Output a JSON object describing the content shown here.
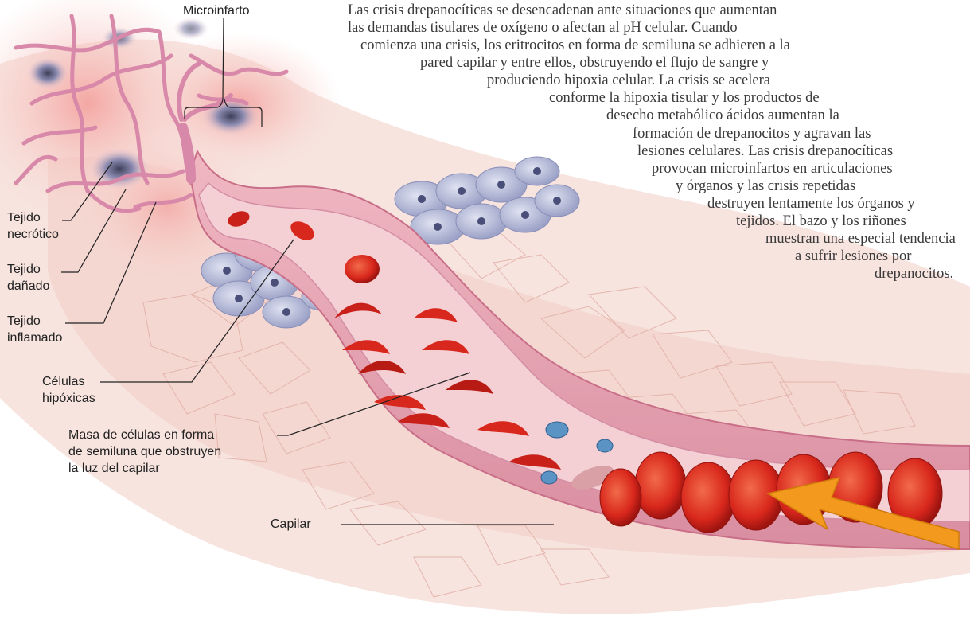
{
  "labels": {
    "microinfarto": "Microinfarto",
    "tejido_necrotico": [
      "Tejido",
      "necrótico"
    ],
    "tejido_danado": [
      "Tejido",
      "dañado"
    ],
    "tejido_inflamado": [
      "Tejido",
      "inflamado"
    ],
    "celulas_hipoxicas": [
      "Células",
      "hipóxicas"
    ],
    "masa_celulas": [
      "Masa de células en forma",
      "de semiluna que obstruyen",
      "la luz del capilar"
    ],
    "capilar": "Capilar"
  },
  "paragraph": [
    "Las crisis drepanocíticas se desencadenan ante situaciones que aumentan",
    "las demandas tisulares de oxígeno o afectan al pH celular. Cuando",
    "comienza una crisis, los eritrocitos en forma de semiluna se adhieren a la",
    "pared capilar y entre ellos, obstruyendo el flujo de sangre y",
    "produciendo hipoxia celular. La crisis se acelera",
    "conforme la hipoxia tisular y los productos de",
    "desecho metabólico ácidos aumentan la",
    "formación de drepanocitos y agravan las",
    "lesiones celulares. Las crisis drepanocíticas",
    "provocan microinfartos en articulaciones",
    "y órganos y las crisis repetidas",
    "destruyen lentamente los órganos y",
    "tejidos. El bazo y los riñones",
    "muestran una especial tendencia",
    "a sufrir lesiones por",
    "drepanocitos."
  ],
  "colors": {
    "tissue": "#f6dcd8",
    "vessel_wall": "#e7a3b3",
    "blood": "#d8271c",
    "arrow": "#f39a1e",
    "ischemic_cells": "#aeb3cf"
  }
}
